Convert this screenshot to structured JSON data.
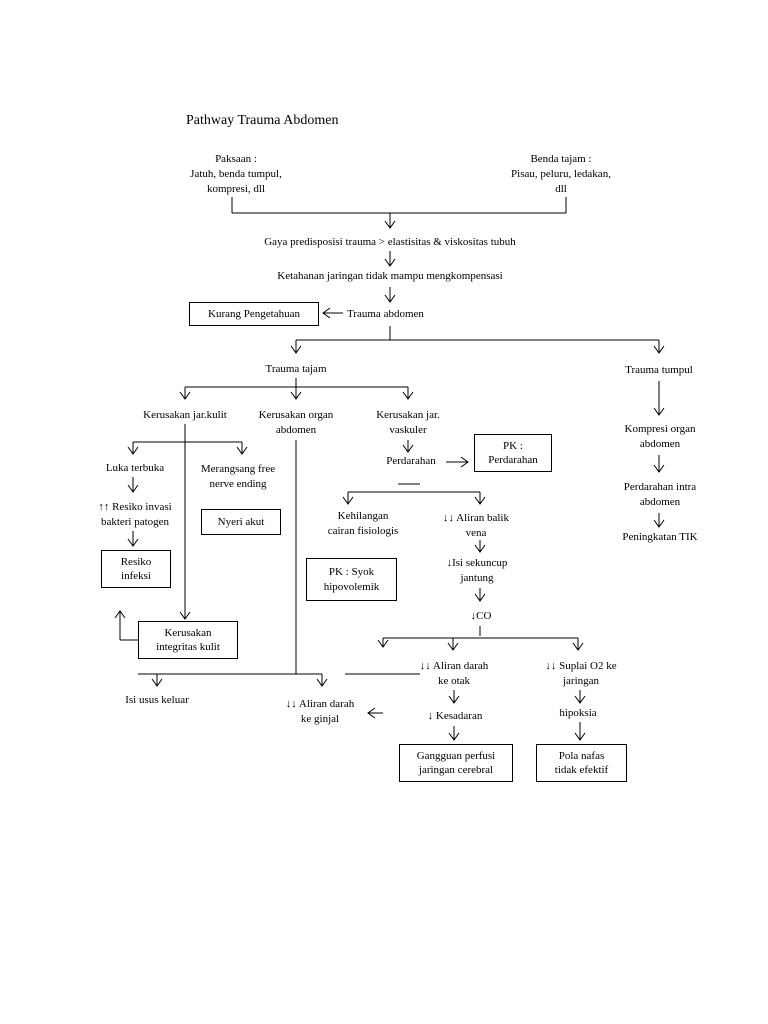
{
  "title": "Pathway Trauma Abdomen",
  "nodes": {
    "paksaan": "Paksaan :\nJatuh, benda tumpul,\nkompresi, dll",
    "benda_tajam": "Benda tajam :\nPisau, peluru, ledakan,\ndll",
    "gaya": "Gaya predisposisi trauma > elastisitas & viskositas tubuh",
    "ketahanan": "Ketahanan jaringan tidak mampu mengkompensasi",
    "kurang_pengetahuan": "Kurang Pengetahuan",
    "trauma_abdomen": "Trauma abdomen",
    "trauma_tajam": "Trauma tajam",
    "trauma_tumpul": "Trauma tumpul",
    "kerusakan_kulit": "Kerusakan jar.kulit",
    "kerusakan_organ": "Kerusakan organ\nabdomen",
    "kerusakan_vaskuler": "Kerusakan jar.\nvaskuler",
    "luka_terbuka": "Luka terbuka",
    "merangsang": "Merangsang free\nnerve ending",
    "resiko_invasi": "↑↑ Resiko invasi\nbakteri patogen",
    "nyeri_akut": "Nyeri akut",
    "resiko_infeksi": "Resiko\ninfeksi",
    "kerusakan_integritas": "Kerusakan\nintegritas kulit",
    "isi_usus": "Isi usus keluar",
    "perdarahan": "Perdarahan",
    "pk_perdarahan": "PK :\nPerdarahan",
    "kehilangan_cairan": "Kehilangan\ncairan fisiologis",
    "aliran_balik": "↓↓ Aliran balik\nvena",
    "pk_syok": "PK : Syok\nhipovolemik",
    "isi_sekuncup": "↓Isi sekuncup\njantung",
    "co": "↓CO",
    "aliran_otak": "↓↓ Aliran darah\nke otak",
    "suplai_o2": "↓↓ Suplai O2 ke\njaringan",
    "aliran_ginjal": "↓↓ Aliran darah\nke ginjal",
    "kesadaran": "↓ Kesadaran",
    "hipoksia": "hipoksia",
    "gangguan_perfusi": "Gangguan perfusi\njaringan cerebral",
    "pola_nafas": "Pola nafas\ntidak efektif",
    "kompresi_organ": "Kompresi organ\nabdomen",
    "perdarahan_intra": "Perdarahan intra\nabdomen",
    "peningkatan_tik": "Peningkatan TIK"
  }
}
